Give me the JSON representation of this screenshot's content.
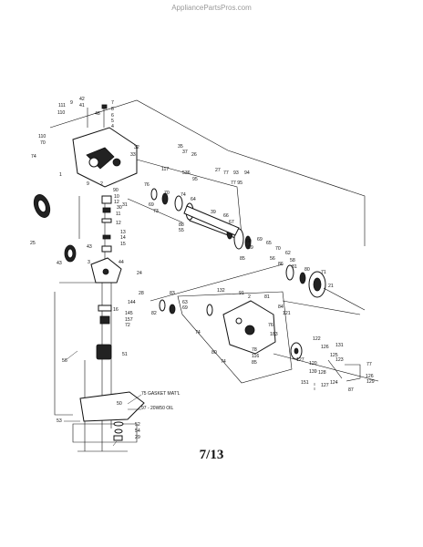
{
  "watermark": "AppliancePartsPros.com",
  "page_number": "7/13",
  "notes": {
    "gasket": "75 GASKET MAT'L",
    "oil": "97 - 20W50 OIL"
  },
  "callouts": [
    {
      "id": "c111a",
      "text": "111"
    },
    {
      "id": "c9a",
      "text": "9"
    },
    {
      "id": "c42",
      "text": "42"
    },
    {
      "id": "c41",
      "text": "41"
    },
    {
      "id": "c7",
      "text": "7"
    },
    {
      "id": "c8a",
      "text": "8"
    },
    {
      "id": "c6",
      "text": "6"
    },
    {
      "id": "c5a",
      "text": "5"
    },
    {
      "id": "c4",
      "text": "4"
    },
    {
      "id": "c110a",
      "text": "110"
    },
    {
      "id": "c48",
      "text": "48"
    },
    {
      "id": "c110b",
      "text": "110"
    },
    {
      "id": "c70a",
      "text": "70"
    },
    {
      "id": "c74a",
      "text": "74"
    },
    {
      "id": "c1",
      "text": "1"
    },
    {
      "id": "c32",
      "text": "32"
    },
    {
      "id": "c33",
      "text": "33"
    },
    {
      "id": "c117",
      "text": "117"
    },
    {
      "id": "c35",
      "text": "35"
    },
    {
      "id": "c37",
      "text": "37"
    },
    {
      "id": "c26",
      "text": "26"
    },
    {
      "id": "c536",
      "text": "536"
    },
    {
      "id": "c95",
      "text": "95"
    },
    {
      "id": "c27",
      "text": "27"
    },
    {
      "id": "c77a",
      "text": "77"
    },
    {
      "id": "c93",
      "text": "93"
    },
    {
      "id": "c94",
      "text": "94"
    },
    {
      "id": "c7795",
      "text": "77 95"
    },
    {
      "id": "c2",
      "text": "2"
    },
    {
      "id": "c90",
      "text": "90"
    },
    {
      "id": "c76",
      "text": "76"
    },
    {
      "id": "c9b",
      "text": "9"
    },
    {
      "id": "c10a",
      "text": "10"
    },
    {
      "id": "c12a",
      "text": "12"
    },
    {
      "id": "c30",
      "text": "30"
    },
    {
      "id": "c31",
      "text": "31"
    },
    {
      "id": "c70b",
      "text": "70"
    },
    {
      "id": "c69",
      "text": "69"
    },
    {
      "id": "c73",
      "text": "73"
    },
    {
      "id": "c64",
      "text": "64"
    },
    {
      "id": "c74b",
      "text": "74"
    },
    {
      "id": "c11",
      "text": "11"
    },
    {
      "id": "c12b",
      "text": "12"
    },
    {
      "id": "c66",
      "text": "66"
    },
    {
      "id": "c67",
      "text": "67"
    },
    {
      "id": "c39",
      "text": "39"
    },
    {
      "id": "c88",
      "text": "88"
    },
    {
      "id": "c55",
      "text": "55"
    },
    {
      "id": "c13",
      "text": "13"
    },
    {
      "id": "c14",
      "text": "14"
    },
    {
      "id": "c15",
      "text": "15"
    },
    {
      "id": "c25",
      "text": "25"
    },
    {
      "id": "c43a",
      "text": "43"
    },
    {
      "id": "c60",
      "text": "60"
    },
    {
      "id": "c59",
      "text": "59"
    },
    {
      "id": "c85",
      "text": "85"
    },
    {
      "id": "c69b",
      "text": "69"
    },
    {
      "id": "c65",
      "text": "65"
    },
    {
      "id": "c70c",
      "text": "70"
    },
    {
      "id": "c62",
      "text": "62"
    },
    {
      "id": "c58",
      "text": "58"
    },
    {
      "id": "c56",
      "text": "56"
    },
    {
      "id": "c86",
      "text": "86"
    },
    {
      "id": "c81",
      "text": "81"
    },
    {
      "id": "c80a",
      "text": "80"
    },
    {
      "id": "c71",
      "text": "71"
    },
    {
      "id": "c21",
      "text": "21"
    },
    {
      "id": "c43b",
      "text": "43"
    },
    {
      "id": "c3",
      "text": "3"
    },
    {
      "id": "c44",
      "text": "44"
    },
    {
      "id": "c24",
      "text": "24"
    },
    {
      "id": "c144",
      "text": "144"
    },
    {
      "id": "c28",
      "text": "28"
    },
    {
      "id": "c16",
      "text": "16"
    },
    {
      "id": "c145",
      "text": "145"
    },
    {
      "id": "c157",
      "text": "157"
    },
    {
      "id": "c72",
      "text": "72"
    },
    {
      "id": "c83",
      "text": "83"
    },
    {
      "id": "c82",
      "text": "82"
    },
    {
      "id": "c63",
      "text": "63"
    },
    {
      "id": "c69c",
      "text": "69"
    },
    {
      "id": "c132",
      "text": "132"
    },
    {
      "id": "c91",
      "text": "91"
    },
    {
      "id": "c2b",
      "text": "2"
    },
    {
      "id": "c81b",
      "text": "81"
    },
    {
      "id": "c84",
      "text": "84"
    },
    {
      "id": "c121",
      "text": "121"
    },
    {
      "id": "c74c",
      "text": "74"
    },
    {
      "id": "c76b",
      "text": "76"
    },
    {
      "id": "c183",
      "text": "183"
    },
    {
      "id": "c80b",
      "text": "80"
    },
    {
      "id": "c74d",
      "text": "74"
    },
    {
      "id": "c78",
      "text": "78"
    },
    {
      "id": "c116",
      "text": "116"
    },
    {
      "id": "c85b",
      "text": "85"
    },
    {
      "id": "c122",
      "text": "122"
    },
    {
      "id": "c126a",
      "text": "126"
    },
    {
      "id": "c131",
      "text": "131"
    },
    {
      "id": "c127a",
      "text": "127"
    },
    {
      "id": "c125",
      "text": "125"
    },
    {
      "id": "c123",
      "text": "123"
    },
    {
      "id": "c120",
      "text": "120"
    },
    {
      "id": "c139",
      "text": "139"
    },
    {
      "id": "c128",
      "text": "128"
    },
    {
      "id": "c151",
      "text": "151"
    },
    {
      "id": "c127b",
      "text": "127"
    },
    {
      "id": "c124",
      "text": "124"
    },
    {
      "id": "c77b",
      "text": "77"
    },
    {
      "id": "c126b",
      "text": "126"
    },
    {
      "id": "c129",
      "text": "129"
    },
    {
      "id": "c87",
      "text": "87"
    },
    {
      "id": "c56b",
      "text": "56"
    },
    {
      "id": "c51",
      "text": "51"
    },
    {
      "id": "c50",
      "text": "50"
    },
    {
      "id": "c53",
      "text": "53"
    },
    {
      "id": "c52",
      "text": "52"
    },
    {
      "id": "c54",
      "text": "54"
    },
    {
      "id": "c29",
      "text": "29"
    }
  ]
}
